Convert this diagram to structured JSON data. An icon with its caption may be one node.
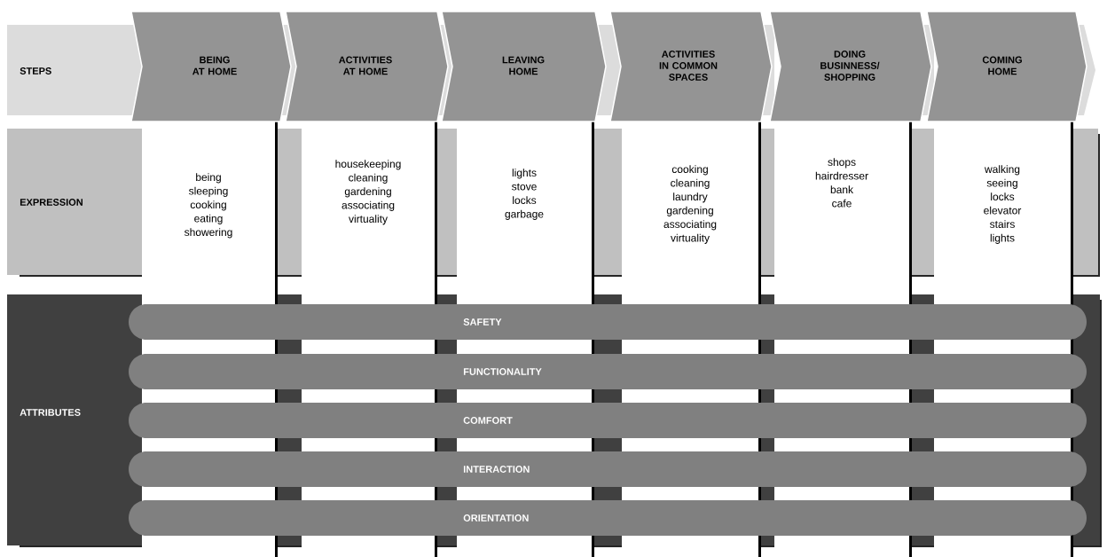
{
  "diagram": {
    "nodes": [
      {
        "text": [
          "STEPS"
        ]
      },
      {
        "text": [
          "BEING AT HOME"
        ]
      },
      {
        "text": [
          "ACTIVITIES AT HOME"
        ]
      },
      {
        "text": [
          "LEAVING HOME"
        ]
      },
      {
        "text": [
          "ACTIVITIES IN COMMON SPACES"
        ]
      },
      {
        "text": [
          "DOING BUSINNESS/ SHOPPING"
        ]
      },
      {
        "text": [
          "COMING HOME"
        ]
      },
      {
        "text": [
          "EXPRESSION"
        ]
      },
      {
        "text": [
          "being",
          "sleeping",
          "cooking",
          "eating",
          "showering"
        ]
      },
      {
        "text": [
          "housekeeping",
          "cleaning",
          "gardening",
          "associating",
          "virtuality"
        ]
      },
      {
        "text": [
          "lights",
          "stove",
          "locks",
          "garbage"
        ]
      },
      {
        "text": [
          "cooking",
          "cleaning",
          "laundry",
          "gardening",
          "associating",
          "virtuality"
        ]
      },
      {
        "text": [
          "shops",
          "hairdresser",
          "bank",
          "cafe"
        ]
      },
      {
        "text": [
          "walking",
          "seeing",
          "locks",
          "elevator",
          "stairs",
          "lights"
        ]
      },
      {
        "text": [
          "ATTRIBUTES"
        ]
      },
      {
        "text": [
          "SAFETY"
        ],
        "in": 14
      },
      {
        "text": [
          "FUNCTIONALITY"
        ],
        "in": 14
      },
      {
        "text": [
          "COMFORT"
        ],
        "in": 14
      },
      {
        "text": [
          "INTERACTION"
        ],
        "in": 14
      },
      {
        "text": [
          "ORIENTATION"
        ],
        "in": 14
      }
    ]
  }
}
